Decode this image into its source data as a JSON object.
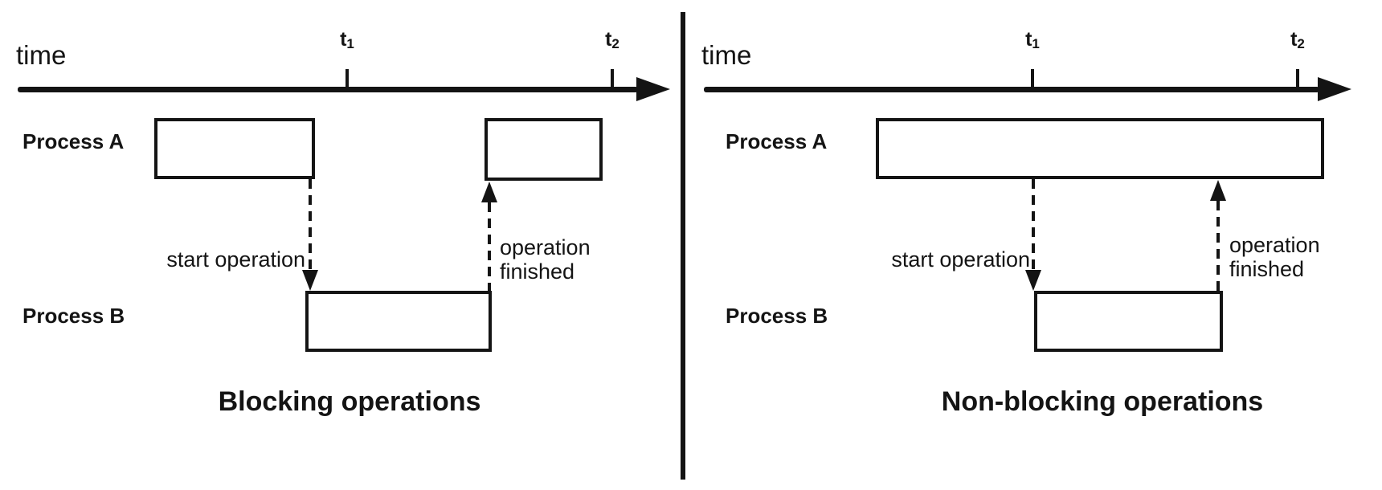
{
  "colors": {
    "ink": "#141414",
    "background": "#ffffff"
  },
  "panels": {
    "left": {
      "axis_label": "time",
      "ticks": [
        {
          "base": "t",
          "sub": "1"
        },
        {
          "base": "t",
          "sub": "2"
        }
      ],
      "rows": {
        "a": "Process A",
        "b": "Process B"
      },
      "arrows": {
        "start": "start operation",
        "finish_line1": "operation",
        "finish_line2": "finished"
      },
      "title": "Blocking operations"
    },
    "right": {
      "axis_label": "time",
      "ticks": [
        {
          "base": "t",
          "sub": "1"
        },
        {
          "base": "t",
          "sub": "2"
        }
      ],
      "rows": {
        "a": "Process A",
        "b": "Process B"
      },
      "arrows": {
        "start": "start operation",
        "finish_line1": "operation",
        "finish_line2": "finished"
      },
      "title": "Non-blocking operations"
    }
  }
}
